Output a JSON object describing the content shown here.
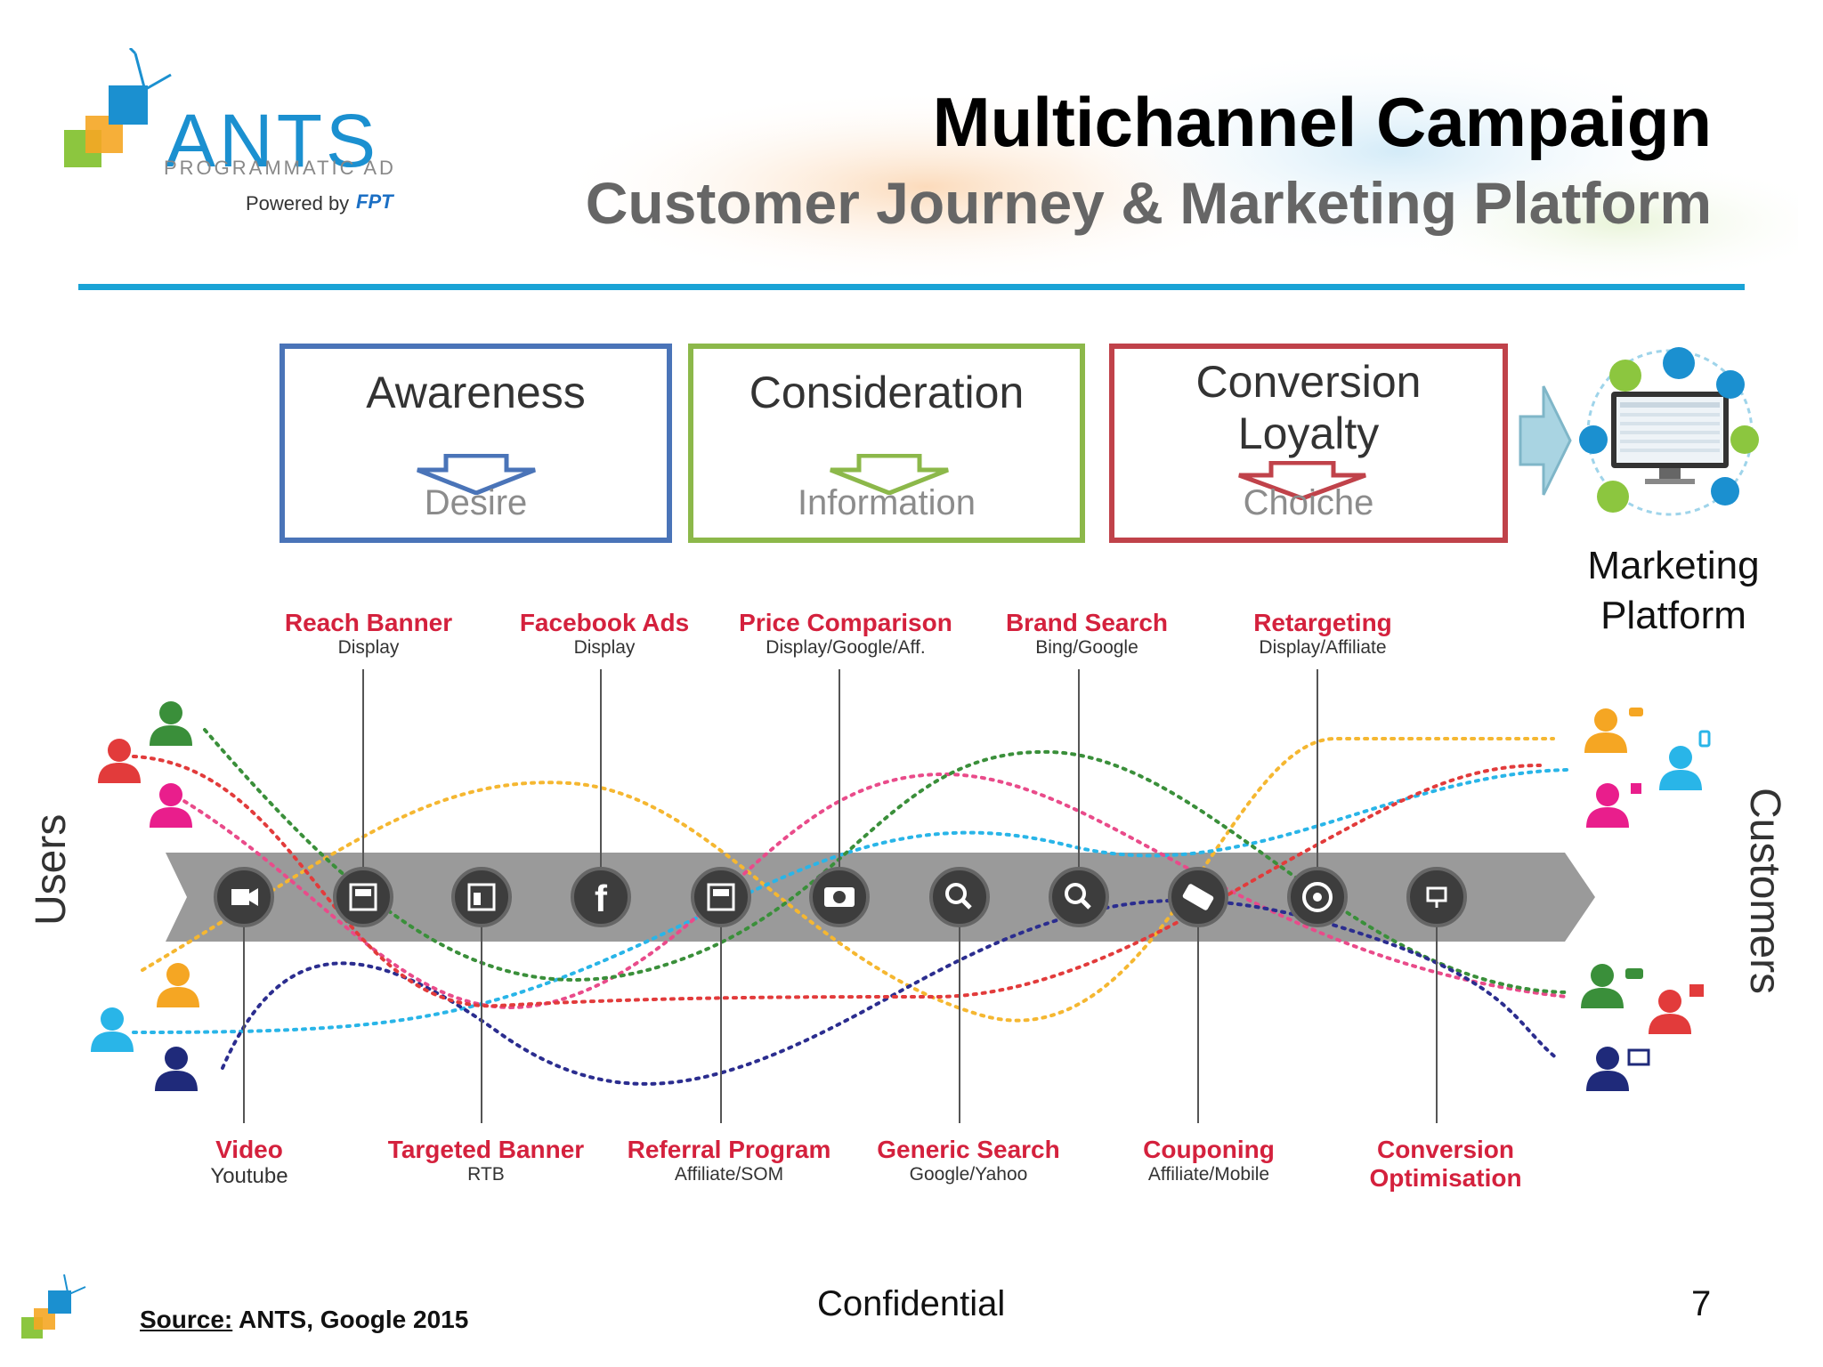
{
  "header": {
    "title": "Multichannel Campaign",
    "subtitle": "Customer Journey & Marketing Platform"
  },
  "logo": {
    "name": "ANTS",
    "tagline": "PROGRAMMATIC AD",
    "powered_by": "Powered by",
    "partner": "FPT"
  },
  "stages": [
    {
      "title": "Awareness",
      "sub": "Desire",
      "color": "#4a74b8"
    },
    {
      "title": "Consideration",
      "sub": "Information",
      "color": "#8cb84a"
    },
    {
      "title": "Conversion",
      "title2": "Loyalty",
      "sub": "Choiche",
      "color": "#c0424a"
    }
  ],
  "marketing_platform": {
    "line1": "Marketing",
    "line2": "Platform"
  },
  "side_labels": {
    "left": "Users",
    "right": "Customers"
  },
  "channels_top": [
    {
      "name": "Reach Banner",
      "sub": "Display",
      "icon": "banner-icon"
    },
    {
      "name": "Facebook Ads",
      "sub": "Display",
      "icon": "facebook-icon"
    },
    {
      "name": "Price Comparison",
      "sub": "Display/Google/Aff.",
      "icon": "money-icon"
    },
    {
      "name": "Brand Search",
      "sub": "Bing/Google",
      "icon": "search-icon"
    },
    {
      "name": "Retargeting",
      "sub": "Display/Affiliate",
      "icon": "target-icon"
    }
  ],
  "channels_bottom": [
    {
      "name": "Video",
      "sub": "Youtube",
      "icon": "video-camera-icon"
    },
    {
      "name": "Targeted Banner",
      "sub": "RTB",
      "icon": "banner-icon"
    },
    {
      "name": "Referral Program",
      "sub": "Affiliate/SOM",
      "icon": "banner-icon"
    },
    {
      "name": "Generic Search",
      "sub": "Google/Yahoo",
      "icon": "search-icon"
    },
    {
      "name": "Couponing",
      "sub": "Affiliate/Mobile",
      "icon": "coupon-icon"
    },
    {
      "name": "Conversion",
      "sub": "Optimisation",
      "icon": "gear-icon"
    }
  ],
  "colors": {
    "accent": "#1aa3d6",
    "channel_red": "#d4213d",
    "journey_lines": [
      "#f5b731",
      "#29b5e8",
      "#e94b8a",
      "#3a8f3a",
      "#2b2d8f",
      "#e23b3b"
    ]
  },
  "footer": {
    "source_label": "Source:",
    "source_text": " ANTS, Google 2015",
    "confidential": "Confidential",
    "page": "7"
  }
}
